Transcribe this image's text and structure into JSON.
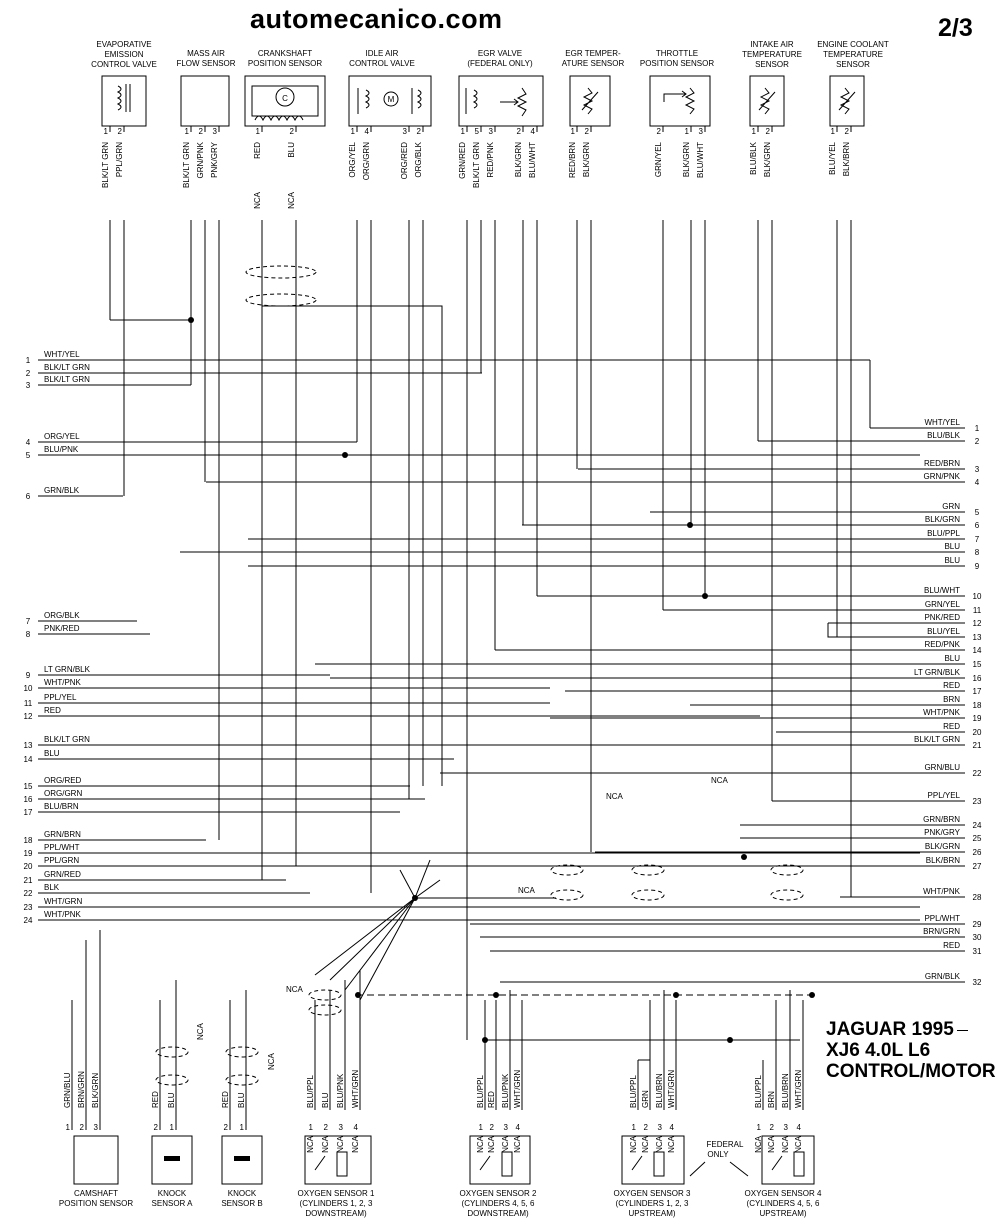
{
  "header": {
    "site": "automecanico.com",
    "page": "2/3"
  },
  "title_block": {
    "line1": "JAGUAR 1995",
    "line2": "XJ6 4.0L L6",
    "line3": "CONTROL/MOTOR"
  },
  "top_components": [
    {
      "name": [
        "EVAPORATIVE",
        "EMISSION",
        "CONTROL VALVE"
      ],
      "wires": [
        "BLK/LT GRN",
        "PPL/GRN"
      ],
      "pins": [
        "1",
        "2"
      ]
    },
    {
      "name": [
        "MASS AIR",
        "FLOW SENSOR"
      ],
      "wires": [
        "BLK/LT GRN",
        "GRN/PNK",
        "PNK/GRY"
      ],
      "pins": [
        "1",
        "2",
        "3"
      ]
    },
    {
      "name": [
        "CRANKSHAFT",
        "POSITION SENSOR"
      ],
      "wires": [
        "RED",
        "BLU"
      ],
      "pins": [
        "1",
        "2"
      ],
      "nca": [
        "NCA",
        "NCA"
      ]
    },
    {
      "name": [
        "IDLE AIR",
        "CONTROL VALVE"
      ],
      "wires": [
        "ORG/YEL",
        "ORG/GRN",
        "ORG/RED",
        "ORG/BLK"
      ],
      "pins": [
        "1",
        "4",
        "3",
        "2"
      ]
    },
    {
      "name": [
        "EGR VALVE",
        "(FEDERAL ONLY)"
      ],
      "wires": [
        "GRN/RED",
        "BLK/LT GRN",
        "RED/PNK",
        "BLK/GRN",
        "BLU/WHT"
      ],
      "pins": [
        "1",
        "5",
        "3",
        "2",
        "4"
      ]
    },
    {
      "name": [
        "EGR TEMPER-",
        "ATURE SENSOR"
      ],
      "wires": [
        "RED/BRN",
        "BLK/GRN"
      ],
      "pins": [
        "1",
        "2"
      ]
    },
    {
      "name": [
        "THROTTLE",
        "POSITION SENSOR"
      ],
      "wires": [
        "GRN/YEL",
        "BLK/GRN",
        "BLU/WHT"
      ],
      "pins": [
        "2",
        "1",
        "3"
      ]
    },
    {
      "name": [
        "INTAKE AIR",
        "TEMPERATURE",
        "SENSOR"
      ],
      "wires": [
        "BLU/BLK",
        "BLK/GRN"
      ],
      "pins": [
        "1",
        "2"
      ]
    },
    {
      "name": [
        "ENGINE COOLANT",
        "TEMPERATURE",
        "SENSOR"
      ],
      "wires": [
        "BLU/YEL",
        "BLK/BRN"
      ],
      "pins": [
        "1",
        "2"
      ]
    }
  ],
  "left_connector": [
    {
      "pin": "1",
      "wire": "WHT/YEL"
    },
    {
      "pin": "2",
      "wire": "BLK/LT GRN"
    },
    {
      "pin": "3",
      "wire": "BLK/LT GRN"
    },
    {
      "pin": "4",
      "wire": "ORG/YEL"
    },
    {
      "pin": "5",
      "wire": "BLU/PNK"
    },
    {
      "pin": "6",
      "wire": "GRN/BLK"
    },
    {
      "pin": "7",
      "wire": "ORG/BLK"
    },
    {
      "pin": "8",
      "wire": "PNK/RED"
    },
    {
      "pin": "9",
      "wire": "LT GRN/BLK"
    },
    {
      "pin": "10",
      "wire": "WHT/PNK"
    },
    {
      "pin": "11",
      "wire": "PPL/YEL"
    },
    {
      "pin": "12",
      "wire": "RED"
    },
    {
      "pin": "13",
      "wire": "BLK/LT GRN"
    },
    {
      "pin": "14",
      "wire": "BLU"
    },
    {
      "pin": "15",
      "wire": "ORG/RED"
    },
    {
      "pin": "16",
      "wire": "ORG/GRN"
    },
    {
      "pin": "17",
      "wire": "BLU/BRN"
    },
    {
      "pin": "18",
      "wire": "GRN/BRN"
    },
    {
      "pin": "19",
      "wire": "PPL/WHT"
    },
    {
      "pin": "20",
      "wire": "PPL/GRN"
    },
    {
      "pin": "21",
      "wire": "GRN/RED"
    },
    {
      "pin": "22",
      "wire": "BLK"
    },
    {
      "pin": "23",
      "wire": "WHT/GRN"
    },
    {
      "pin": "24",
      "wire": "WHT/PNK"
    }
  ],
  "right_connector": [
    {
      "pin": "1",
      "wire": "WHT/YEL"
    },
    {
      "pin": "2",
      "wire": "BLU/BLK"
    },
    {
      "pin": "3",
      "wire": "RED/BRN"
    },
    {
      "pin": "4",
      "wire": "GRN/PNK"
    },
    {
      "pin": "5",
      "wire": "GRN"
    },
    {
      "pin": "6",
      "wire": "BLK/GRN"
    },
    {
      "pin": "7",
      "wire": "BLU/PPL"
    },
    {
      "pin": "8",
      "wire": "BLU"
    },
    {
      "pin": "9",
      "wire": "BLU"
    },
    {
      "pin": "10",
      "wire": "BLU/WHT"
    },
    {
      "pin": "11",
      "wire": "GRN/YEL"
    },
    {
      "pin": "12",
      "wire": "PNK/RED"
    },
    {
      "pin": "13",
      "wire": "BLU/YEL"
    },
    {
      "pin": "14",
      "wire": "RED/PNK"
    },
    {
      "pin": "15",
      "wire": "BLU"
    },
    {
      "pin": "16",
      "wire": "LT GRN/BLK"
    },
    {
      "pin": "17",
      "wire": "RED"
    },
    {
      "pin": "18",
      "wire": "BRN"
    },
    {
      "pin": "19",
      "wire": "WHT/PNK"
    },
    {
      "pin": "20",
      "wire": "RED"
    },
    {
      "pin": "21",
      "wire": "BLK/LT GRN"
    },
    {
      "pin": "22",
      "wire": "GRN/BLU"
    },
    {
      "pin": "23",
      "wire": "PPL/YEL"
    },
    {
      "pin": "24",
      "wire": "GRN/BRN"
    },
    {
      "pin": "25",
      "wire": "PNK/GRY"
    },
    {
      "pin": "26",
      "wire": "BLK/GRN"
    },
    {
      "pin": "27",
      "wire": "BLK/BRN"
    },
    {
      "pin": "28",
      "wire": "WHT/PNK"
    },
    {
      "pin": "29",
      "wire": "PPL/WHT"
    },
    {
      "pin": "30",
      "wire": "BRN/GRN"
    },
    {
      "pin": "31",
      "wire": "RED"
    },
    {
      "pin": "32",
      "wire": "GRN/BLK"
    }
  ],
  "bottom_components": [
    {
      "name": [
        "CAMSHAFT",
        "POSITION SENSOR"
      ],
      "wires": [
        "GRN/BLU",
        "BRN/GRN",
        "BLK/GRN"
      ],
      "pins": [
        "1",
        "2",
        "3"
      ]
    },
    {
      "name": [
        "KNOCK",
        "SENSOR A"
      ],
      "wires": [
        "RED",
        "BLU"
      ],
      "pins": [
        "2",
        "1"
      ]
    },
    {
      "name": [
        "KNOCK",
        "SENSOR B"
      ],
      "wires": [
        "RED",
        "BLU"
      ],
      "pins": [
        "2",
        "1"
      ]
    },
    {
      "name": [
        "OXYGEN SENSOR 1",
        "(CYLINDERS 1, 2, 3",
        "DOWNSTREAM)"
      ],
      "wires": [
        "BLU/PPL",
        "BLU",
        "BLU/PNK",
        "WHT/GRN"
      ],
      "pins": [
        "1",
        "2",
        "3",
        "4"
      ],
      "nca": [
        "NCA",
        "NCA",
        "NCA",
        "NCA"
      ]
    },
    {
      "name": [
        "OXYGEN SENSOR 2",
        "(CYLINDERS 4, 5, 6",
        "DOWNSTREAM)"
      ],
      "wires": [
        "BLU/PPL",
        "RED",
        "BLU/PNK",
        "WHT/GRN"
      ],
      "pins": [
        "1",
        "2",
        "3",
        "4"
      ],
      "nca": [
        "NCA",
        "NCA",
        "NCA",
        "NCA"
      ]
    },
    {
      "name": [
        "OXYGEN SENSOR 3",
        "(CYLINDERS 1, 2, 3",
        "UPSTREAM)"
      ],
      "wires": [
        "BLU/PPL",
        "GRN",
        "BLU/BRN",
        "WHT/GRN"
      ],
      "pins": [
        "1",
        "2",
        "3",
        "4"
      ],
      "nca": [
        "NCA",
        "NCA",
        "NCA",
        "NCA"
      ]
    },
    {
      "name": [
        "OXYGEN SENSOR 4",
        "(CYLINDERS 4, 5, 6",
        "UPSTREAM)"
      ],
      "wires": [
        "BLU/PPL",
        "BRN",
        "BLU/BRN",
        "WHT/GRN"
      ],
      "pins": [
        "1",
        "2",
        "3",
        "4"
      ],
      "nca": [
        "NCA",
        "NCA",
        "NCA",
        "NCA"
      ]
    }
  ],
  "misc_labels": {
    "nca": "NCA",
    "federal_only": [
      "FEDERAL",
      "ONLY"
    ]
  }
}
